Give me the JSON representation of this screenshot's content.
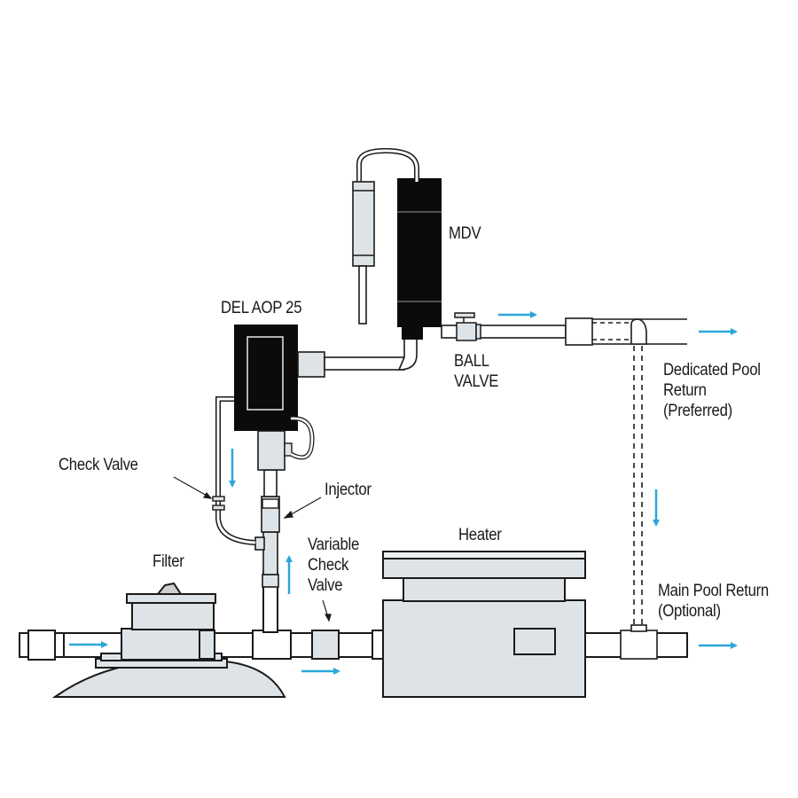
{
  "diagram": {
    "title": "Pool AOP system plumbing diagram",
    "colors": {
      "flow_arrow": "#2aa7d9",
      "component_fill": "#dde3e6",
      "unit_dark": "#0b0b0b",
      "outline": "#1a1a1a",
      "background": "#ffffff"
    },
    "labels": {
      "mdv": "MDV",
      "del_aop": "DEL AOP 25",
      "ball_valve": "BALL\nVALVE",
      "dedicated_return": "Dedicated Pool\nReturn\n(Preferred)",
      "check_valve": "Check Valve",
      "injector": "Injector",
      "variable_check_valve": "Variable\nCheck\nValve",
      "filter": "Filter",
      "heater": "Heater",
      "main_return": "Main Pool Return\n(Optional)"
    },
    "components": [
      {
        "id": "filter",
        "name": "Filter"
      },
      {
        "id": "tee",
        "name": "Tee fitting"
      },
      {
        "id": "injector",
        "name": "Injector"
      },
      {
        "id": "check-valve",
        "name": "Check Valve"
      },
      {
        "id": "variable-check-valve",
        "name": "Variable Check Valve"
      },
      {
        "id": "del-aop-25",
        "name": "DEL AOP 25"
      },
      {
        "id": "mdv",
        "name": "MDV"
      },
      {
        "id": "ball-valve",
        "name": "Ball Valve"
      },
      {
        "id": "heater",
        "name": "Heater"
      },
      {
        "id": "dedicated-return",
        "name": "Dedicated Pool Return (Preferred)"
      },
      {
        "id": "main-return",
        "name": "Main Pool Return (Optional)"
      }
    ],
    "flow_arrows": [
      {
        "id": "inlet",
        "direction": "right"
      },
      {
        "id": "after-tee",
        "direction": "right"
      },
      {
        "id": "down-from-aop",
        "direction": "down"
      },
      {
        "id": "up-to-injector",
        "direction": "up"
      },
      {
        "id": "after-ball-valve",
        "direction": "right"
      },
      {
        "id": "dedicated-return-out",
        "direction": "right"
      },
      {
        "id": "optional-down",
        "direction": "down"
      },
      {
        "id": "main-return-out",
        "direction": "right"
      }
    ]
  }
}
